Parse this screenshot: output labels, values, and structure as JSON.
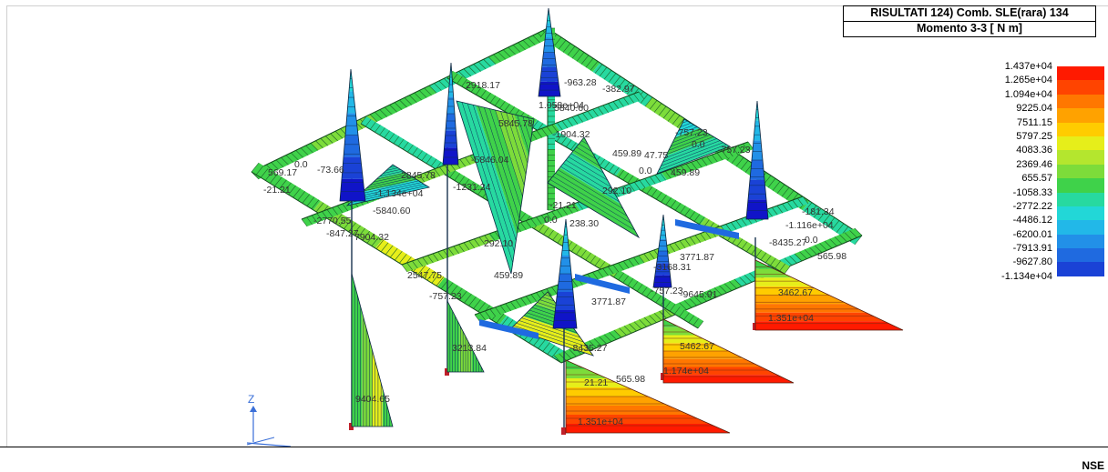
{
  "title": {
    "line1": "RISULTATI  124) Comb. SLE(rara)  134",
    "line2": "Momento 3-3 [ N  m]"
  },
  "legend": {
    "entries": [
      {
        "label": "1.437e+04",
        "color": "#ff1a00"
      },
      {
        "label": "1.265e+04",
        "color": "#ff4400"
      },
      {
        "label": "1.094e+04",
        "color": "#ff7700"
      },
      {
        "label": "9225.04",
        "color": "#ffa200"
      },
      {
        "label": "7511.15",
        "color": "#ffcc00"
      },
      {
        "label": "5797.25",
        "color": "#e6ee1a"
      },
      {
        "label": "4083.36",
        "color": "#b4e62e"
      },
      {
        "label": "2369.46",
        "color": "#7ddc3a"
      },
      {
        "label": "655.57",
        "color": "#3fd24a"
      },
      {
        "label": "-1058.33",
        "color": "#27d9a0"
      },
      {
        "label": "-2772.22",
        "color": "#22d7d7"
      },
      {
        "label": "-4486.12",
        "color": "#22b8e8"
      },
      {
        "label": "-6200.01",
        "color": "#2290e8"
      },
      {
        "label": "-7913.91",
        "color": "#1f6ae0"
      },
      {
        "label": "-9627.80",
        "color": "#1a42d6"
      },
      {
        "label": "-1.134e+04",
        "color": "#1014c8"
      }
    ]
  },
  "diagram_labels": [
    "569.17",
    "0.0",
    "-73.66",
    "-963.28",
    "-382.97",
    "1.058e+04",
    "5840.60",
    "-1904.32",
    "-757.23",
    "0.0",
    "-757.23",
    "459.89",
    "47.75",
    "0.0",
    "459.89",
    "292.10",
    "-1231.24",
    "2845.78",
    "5845.78",
    "-5846.04",
    "2918.17",
    "-1.134e+04",
    "-5840.60",
    "-2770.55",
    "-847.27",
    "7904.32",
    "292.10",
    "238.30",
    "0.0",
    "-21.21",
    "-21.21",
    "565.98",
    "0.0",
    "-8435.27",
    "-1.116e+04",
    "-181.34",
    "3771.87",
    "-9645.91",
    "-3168.31",
    "2547.75",
    "-757.23",
    "-757.23",
    "459.89",
    "3213.84",
    "9404.65",
    "3462.67",
    "5462.67",
    "1.351e+04",
    "1.351e+04",
    "1.174e+04",
    "21.21",
    "565.98",
    "-8435.27",
    "3771.87"
  ],
  "axis": {
    "z_label": "Z"
  },
  "status": {
    "tag": "NSE"
  }
}
